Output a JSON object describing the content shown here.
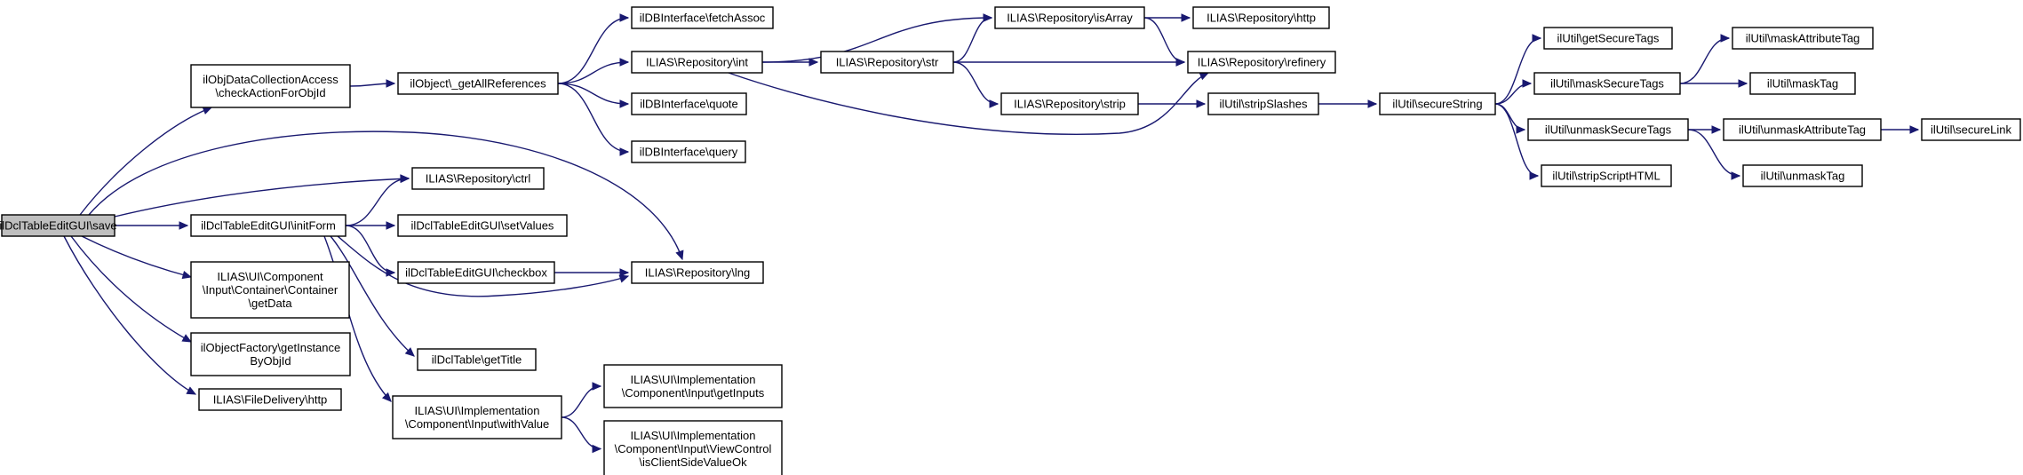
{
  "diagram": {
    "type": "call-graph",
    "nodes": [
      {
        "id": "save",
        "lines": [
          "ilDclTableEditGUI\\save"
        ],
        "root": true
      },
      {
        "id": "checkAccess",
        "lines": [
          "ilObjDataCollectionAccess",
          "\\checkActionForObjId"
        ]
      },
      {
        "id": "initForm",
        "lines": [
          "ilDclTableEditGUI\\initForm"
        ]
      },
      {
        "id": "getData",
        "lines": [
          "ILIAS\\UI\\Component",
          "\\Input\\Container\\Container",
          "\\getData"
        ]
      },
      {
        "id": "getInstance",
        "lines": [
          "ilObjectFactory\\getInstance",
          "ByObjId"
        ]
      },
      {
        "id": "fdHttp",
        "lines": [
          "ILIAS\\FileDelivery\\http"
        ]
      },
      {
        "id": "ctrl",
        "lines": [
          "ILIAS\\Repository\\ctrl"
        ]
      },
      {
        "id": "getAllRefs",
        "lines": [
          "ilObject\\_getAllReferences"
        ]
      },
      {
        "id": "setValues",
        "lines": [
          "ilDclTableEditGUI\\setValues"
        ]
      },
      {
        "id": "checkbox",
        "lines": [
          "ilDclTableEditGUI\\checkbox"
        ]
      },
      {
        "id": "getTitle",
        "lines": [
          "ilDclTable\\getTitle"
        ]
      },
      {
        "id": "withValue",
        "lines": [
          "ILIAS\\UI\\Implementation",
          "\\Component\\Input\\withValue"
        ]
      },
      {
        "id": "lng",
        "lines": [
          "ILIAS\\Repository\\lng"
        ]
      },
      {
        "id": "fetchAssoc",
        "lines": [
          "ilDBInterface\\fetchAssoc"
        ]
      },
      {
        "id": "repInt",
        "lines": [
          "ILIAS\\Repository\\int"
        ]
      },
      {
        "id": "quote",
        "lines": [
          "ilDBInterface\\quote"
        ]
      },
      {
        "id": "query",
        "lines": [
          "ilDBInterface\\query"
        ]
      },
      {
        "id": "getInputs",
        "lines": [
          "ILIAS\\UI\\Implementation",
          "\\Component\\Input\\getInputs"
        ]
      },
      {
        "id": "isClientSide",
        "lines": [
          "ILIAS\\UI\\Implementation",
          "\\Component\\Input\\ViewControl",
          "\\isClientSideValueOk"
        ]
      },
      {
        "id": "repStr",
        "lines": [
          "ILIAS\\Repository\\str"
        ]
      },
      {
        "id": "isArray",
        "lines": [
          "ILIAS\\Repository\\isArray"
        ]
      },
      {
        "id": "strip",
        "lines": [
          "ILIAS\\Repository\\strip"
        ]
      },
      {
        "id": "repHttp",
        "lines": [
          "ILIAS\\Repository\\http"
        ]
      },
      {
        "id": "refinery",
        "lines": [
          "ILIAS\\Repository\\refinery"
        ]
      },
      {
        "id": "stripSlashes",
        "lines": [
          "ilUtil\\stripSlashes"
        ]
      },
      {
        "id": "secureString",
        "lines": [
          "ilUtil\\secureString"
        ]
      },
      {
        "id": "getSecureTags",
        "lines": [
          "ilUtil\\getSecureTags"
        ]
      },
      {
        "id": "maskSecureTags",
        "lines": [
          "ilUtil\\maskSecureTags"
        ]
      },
      {
        "id": "unmaskSecureTags",
        "lines": [
          "ilUtil\\unmaskSecureTags"
        ]
      },
      {
        "id": "stripScriptHTML",
        "lines": [
          "ilUtil\\stripScriptHTML"
        ]
      },
      {
        "id": "maskAttributeTag",
        "lines": [
          "ilUtil\\maskAttributeTag"
        ]
      },
      {
        "id": "maskTag",
        "lines": [
          "ilUtil\\maskTag"
        ]
      },
      {
        "id": "unmaskAttributeTag",
        "lines": [
          "ilUtil\\unmaskAttributeTag"
        ]
      },
      {
        "id": "unmaskTag",
        "lines": [
          "ilUtil\\unmaskTag"
        ]
      },
      {
        "id": "secureLink",
        "lines": [
          "ilUtil\\secureLink"
        ]
      }
    ],
    "edges": [
      [
        "save",
        "checkAccess"
      ],
      [
        "save",
        "lng"
      ],
      [
        "save",
        "ctrl"
      ],
      [
        "save",
        "initForm"
      ],
      [
        "save",
        "getData"
      ],
      [
        "save",
        "getInstance"
      ],
      [
        "save",
        "fdHttp"
      ],
      [
        "checkAccess",
        "getAllRefs"
      ],
      [
        "getAllRefs",
        "fetchAssoc"
      ],
      [
        "getAllRefs",
        "repInt"
      ],
      [
        "getAllRefs",
        "quote"
      ],
      [
        "getAllRefs",
        "query"
      ],
      [
        "repInt",
        "repStr"
      ],
      [
        "repInt",
        "isArray"
      ],
      [
        "repInt",
        "refinery"
      ],
      [
        "repStr",
        "isArray"
      ],
      [
        "repStr",
        "refinery"
      ],
      [
        "repStr",
        "strip"
      ],
      [
        "isArray",
        "repHttp"
      ],
      [
        "isArray",
        "refinery"
      ],
      [
        "strip",
        "stripSlashes"
      ],
      [
        "stripSlashes",
        "secureString"
      ],
      [
        "secureString",
        "getSecureTags"
      ],
      [
        "secureString",
        "maskSecureTags"
      ],
      [
        "secureString",
        "unmaskSecureTags"
      ],
      [
        "secureString",
        "stripScriptHTML"
      ],
      [
        "maskSecureTags",
        "maskAttributeTag"
      ],
      [
        "maskSecureTags",
        "maskTag"
      ],
      [
        "unmaskSecureTags",
        "unmaskAttributeTag"
      ],
      [
        "unmaskSecureTags",
        "unmaskTag"
      ],
      [
        "unmaskAttributeTag",
        "secureLink"
      ],
      [
        "initForm",
        "ctrl"
      ],
      [
        "initForm",
        "setValues"
      ],
      [
        "initForm",
        "checkbox"
      ],
      [
        "initForm",
        "lng"
      ],
      [
        "initForm",
        "getTitle"
      ],
      [
        "initForm",
        "withValue"
      ],
      [
        "checkbox",
        "lng"
      ],
      [
        "withValue",
        "getInputs"
      ],
      [
        "withValue",
        "isClientSide"
      ]
    ]
  }
}
